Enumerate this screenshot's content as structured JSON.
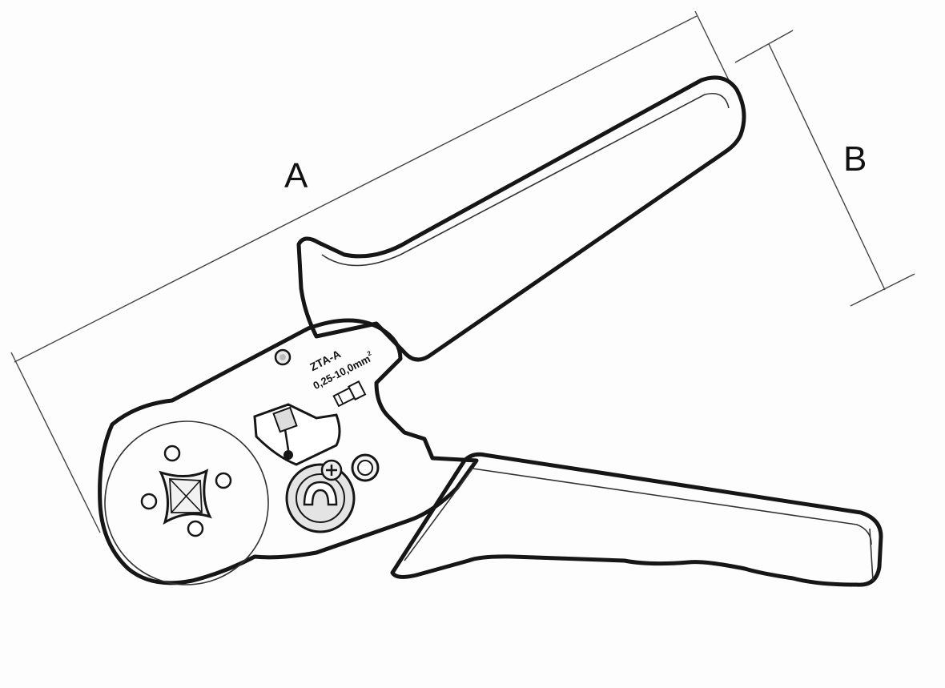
{
  "diagram": {
    "dimension_labels": {
      "a": "A",
      "b": "B"
    },
    "tool_marking": {
      "model": "ZTA-A",
      "range": "0,25-10,0mm",
      "unit_superscript": "2"
    },
    "colors": {
      "body": "#d6d6d6",
      "handle": "#e6e6e6",
      "stroke": "#161616",
      "background": "#fdfdfd"
    }
  }
}
